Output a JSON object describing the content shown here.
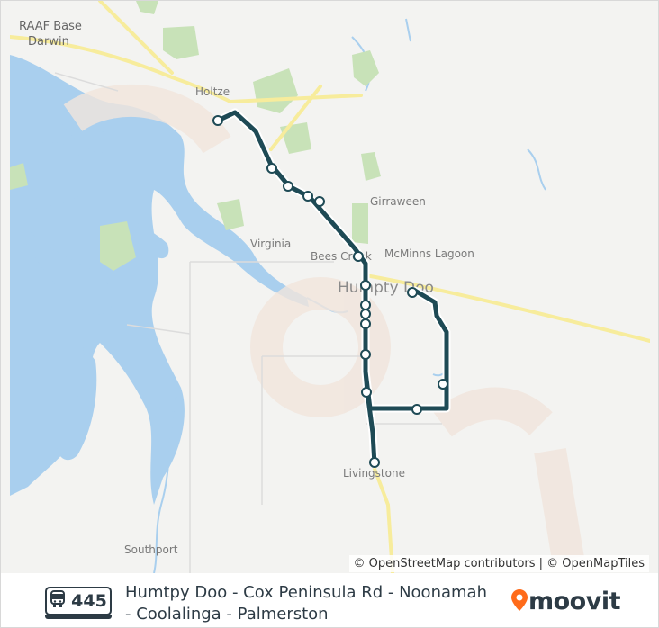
{
  "map": {
    "place_labels": [
      {
        "key": "raaf1",
        "text": "RAAF Base"
      },
      {
        "key": "raaf2",
        "text": "Darwin"
      },
      {
        "key": "holtze",
        "text": "Holtze"
      },
      {
        "key": "girraween",
        "text": "Girraween"
      },
      {
        "key": "virginia",
        "text": "Virginia"
      },
      {
        "key": "bees_creek",
        "text": "Bees Creek"
      },
      {
        "key": "mcminns",
        "text": "McMinns Lagoon"
      },
      {
        "key": "humpty_doo",
        "text": "Humpty Doo"
      },
      {
        "key": "livingstone",
        "text": "Livingstone"
      },
      {
        "key": "southport",
        "text": "Southport"
      }
    ],
    "attribution": "© OpenStreetMap contributors | © OpenMapTiles",
    "colors": {
      "water": "#a9cfee",
      "land": "#f3f3f1",
      "park": "#c8e2b8",
      "road_major": "#f7ec9c",
      "route_line": "#1e4a55",
      "route_outline": "#ffffff"
    }
  },
  "footer": {
    "route_number": "445",
    "route_name_line1": "Humtpy Doo - Cox Peninsula Rd - Noonamah",
    "route_name_line2": "- Coolalinga - Palmerston",
    "brand": "moovit",
    "brand_icon": "moovit-pin-icon",
    "bus_icon": "bus-icon",
    "brand_color": "#ff6b1a"
  }
}
